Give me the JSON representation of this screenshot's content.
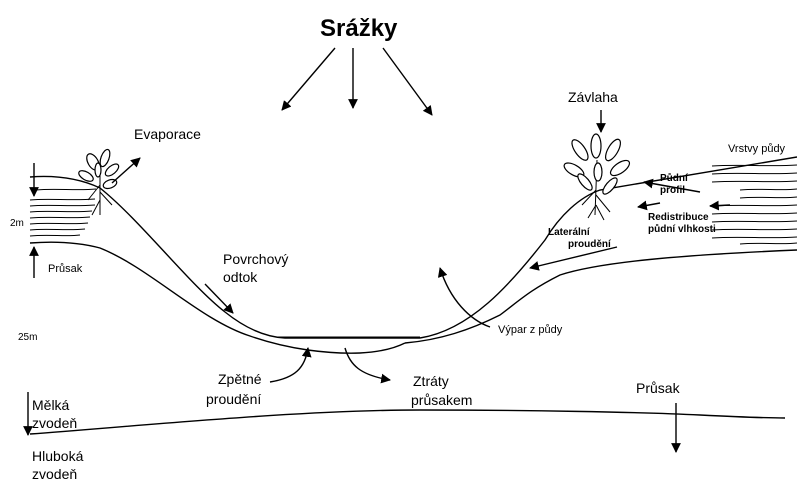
{
  "title": "Srážky",
  "labels": {
    "evaporace": "Evaporace",
    "zavlaha": "Závlaha",
    "vrstvy_pudy": "Vrstvy půdy",
    "pudni_profil_1": "Půdní",
    "pudni_profil_2": "profil",
    "redistribuce_1": "Redistribuce",
    "redistribuce_2": "půdní vlhkosti",
    "lateralni_1": "Laterální",
    "lateralni_2": "proudění",
    "depth_2m": "2m",
    "prusak_left": "Průsak",
    "povrchovy_1": "Povrchový",
    "povrchovy_2": "odtok",
    "depth_25m": "25m",
    "vypar": "Výpar z půdy",
    "zpetne_1": "Zpětné",
    "zpetne_2": "proudění",
    "ztraty_1": "Ztráty",
    "ztraty_2": "průsakem",
    "prusak_right": "Průsak",
    "melka_1": "Mělká",
    "melka_2": "zvodeň",
    "hluboka_1": "Hluboká",
    "hluboka_2": "zvodeň"
  }
}
